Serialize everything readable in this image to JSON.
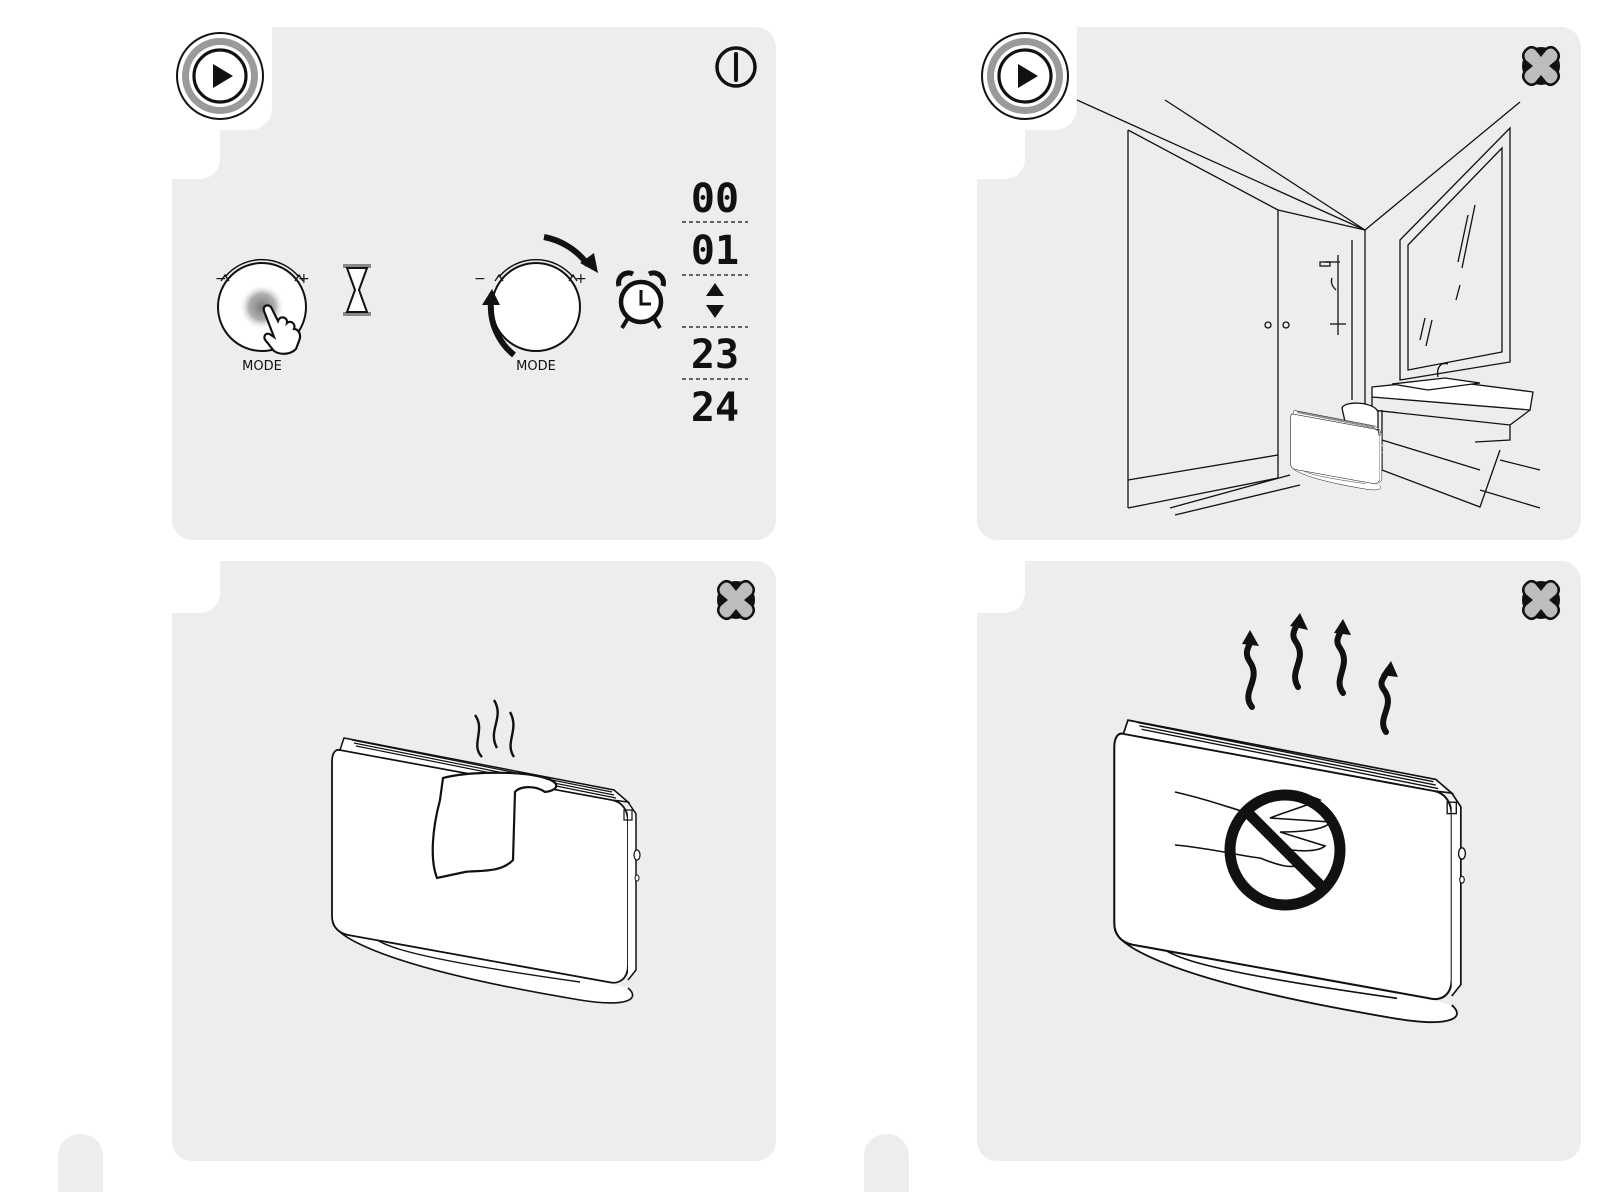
{
  "panels": [
    {
      "id": "timer-setting",
      "badge_icon": "play-icon",
      "corner_icon": "power-icon",
      "dial_left_label": "MODE",
      "dial_right_label": "MODE",
      "dial_minus": "−",
      "dial_plus": "+",
      "timer_icon": "hourglass-icon",
      "alarm_icon": "alarm-clock-icon",
      "hours": [
        "00",
        "01",
        "23",
        "24"
      ]
    },
    {
      "id": "bathroom-placement",
      "badge_icon": "play-icon",
      "corner_icon": "prohibited-x-icon"
    },
    {
      "id": "do-not-cover",
      "corner_icon": "prohibited-x-icon"
    },
    {
      "id": "do-not-touch-hot",
      "corner_icon": "prohibited-x-icon"
    }
  ],
  "colors": {
    "panel_bg": "#ededed",
    "line": "#111111",
    "badge_ring": "#9a9a9a"
  }
}
